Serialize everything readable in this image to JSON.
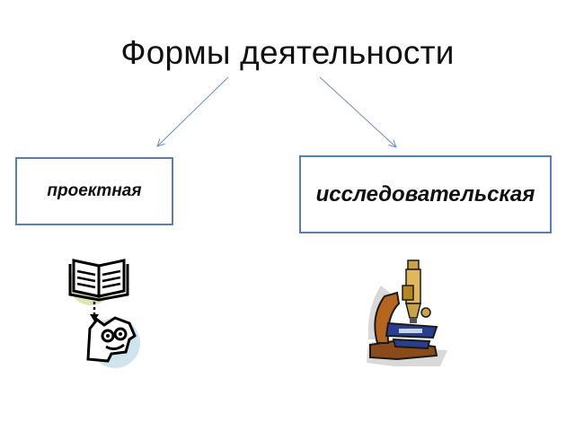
{
  "title": "Формы деятельности",
  "boxes": {
    "left": "проектная",
    "right": "исследовательская"
  },
  "icons": {
    "left": "book-and-thinker-icon",
    "right": "microscope-icon"
  },
  "colors": {
    "box_border": "#5b7eb0",
    "arrow": "#6f8fbf"
  }
}
